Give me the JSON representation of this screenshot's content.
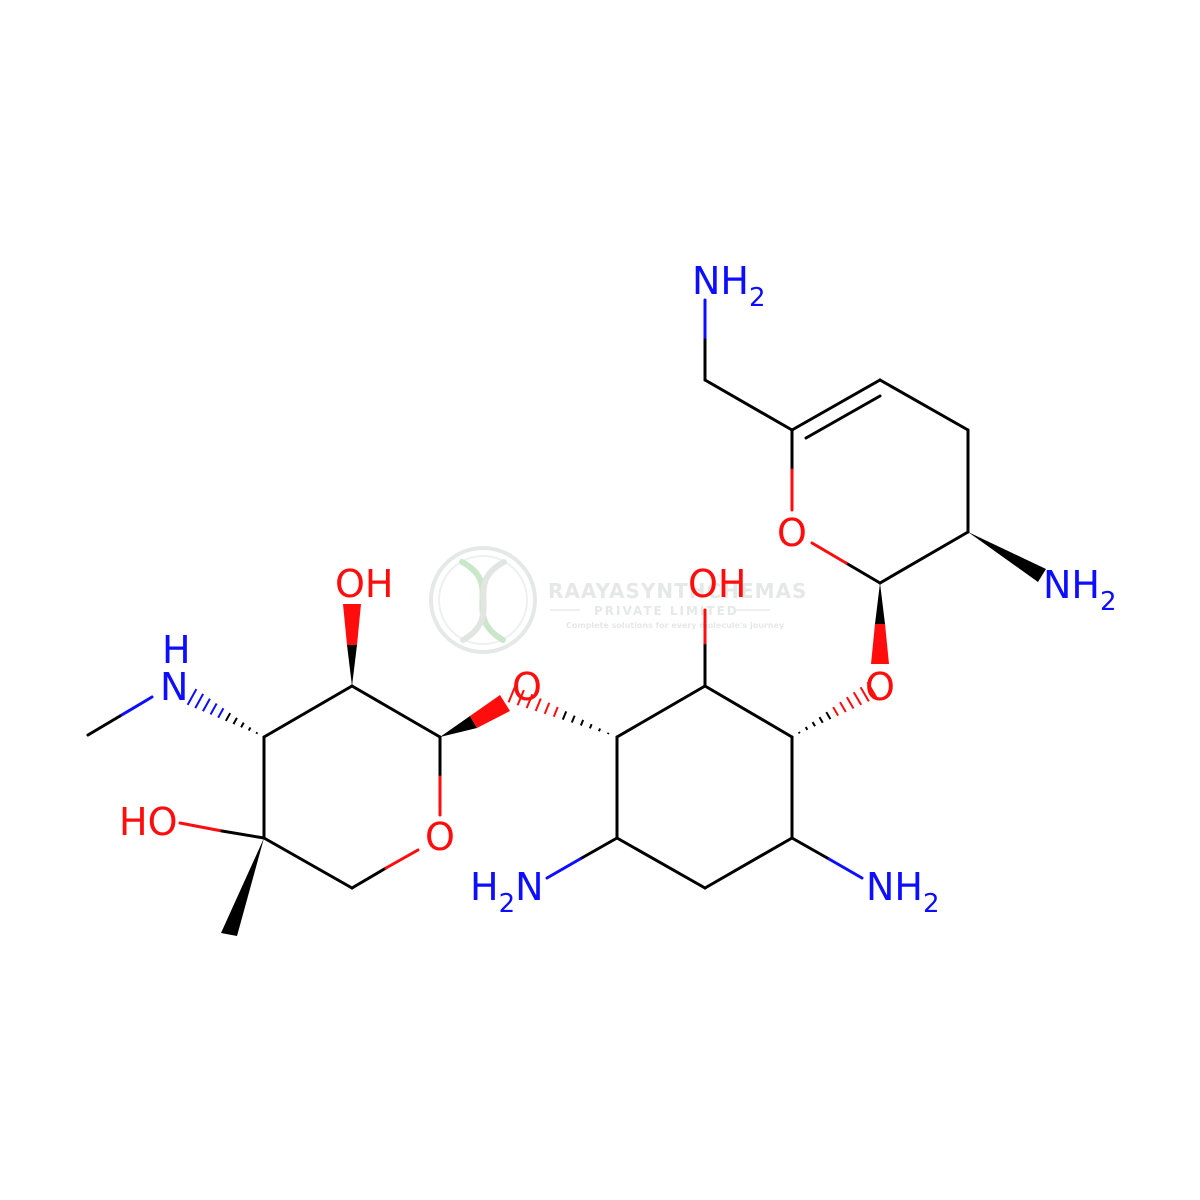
{
  "colors": {
    "bond": "#000000",
    "oxygen": "#ff0d0d",
    "nitrogen": "#0d0dff",
    "watermark": "#cfd6d2",
    "watermark_green": "#9fd49f"
  },
  "labels": {
    "nh2_top": {
      "main": "NH",
      "sub": "2"
    },
    "ring_o_right": "O",
    "nh2_right": {
      "main": "NH",
      "sub": "2"
    },
    "oh_top_middle": "OH",
    "o_link_right": "O",
    "oh_top_left": "OH",
    "nh_methylamino": {
      "h": "H",
      "n": "N"
    },
    "o_link_left": "O",
    "ho_left": "HO",
    "ring_o_left": "O",
    "h2n_left": {
      "h": "H",
      "sub": "2",
      "n": "N"
    },
    "nh2_bottom_right": {
      "main": "NH",
      "sub": "2"
    }
  },
  "watermark": {
    "line1": "RAAYASYNTHCHEMAS",
    "line2": "PRIVATE LIMITED",
    "line3": "Complete solutions for every molecule's journey",
    "logo": "dna-helix-logo"
  }
}
